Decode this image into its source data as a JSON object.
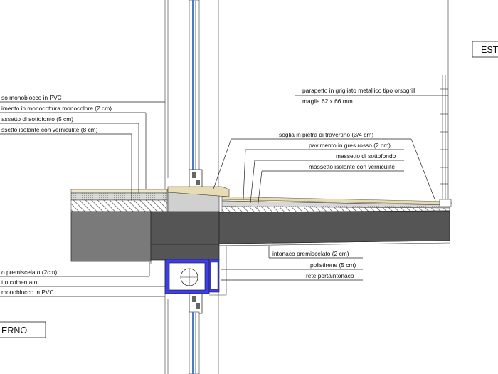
{
  "titles": {
    "exterior": "EST",
    "interior": "ERNO"
  },
  "labels_left": [
    "so monoblocco in PVC",
    "imento in monocottura monocolore (2 cm)",
    "assetto di sottofonto (5 cm)",
    "ssetto isolante con verniculite (8 cm)",
    "o premiscelato (2cm)",
    "tto coibentato",
    "monoblocco in PVC"
  ],
  "labels_right": [
    "parapetto in grigliato metallico tipo orsogrill",
    "maglia 62 x 66 mm",
    "soglia in pietra di travertino (3/4 cm)",
    "pavimento in gres rosso (2 cm)",
    "massetto di sottofondo",
    "massetto isolante con verniculite",
    "intonaco premiscelato (2 cm)",
    "polistirene (5 cm)",
    "rete portaintonaco"
  ],
  "colors": {
    "concrete": "#7a7a7a",
    "concrete_dark": "#555555",
    "insulation_blue": "#3d3df0",
    "glass_blue": "#4f79c7",
    "travertine": "#e8dcb2",
    "screed": "#d2d2d2",
    "hatch": "#444444"
  }
}
